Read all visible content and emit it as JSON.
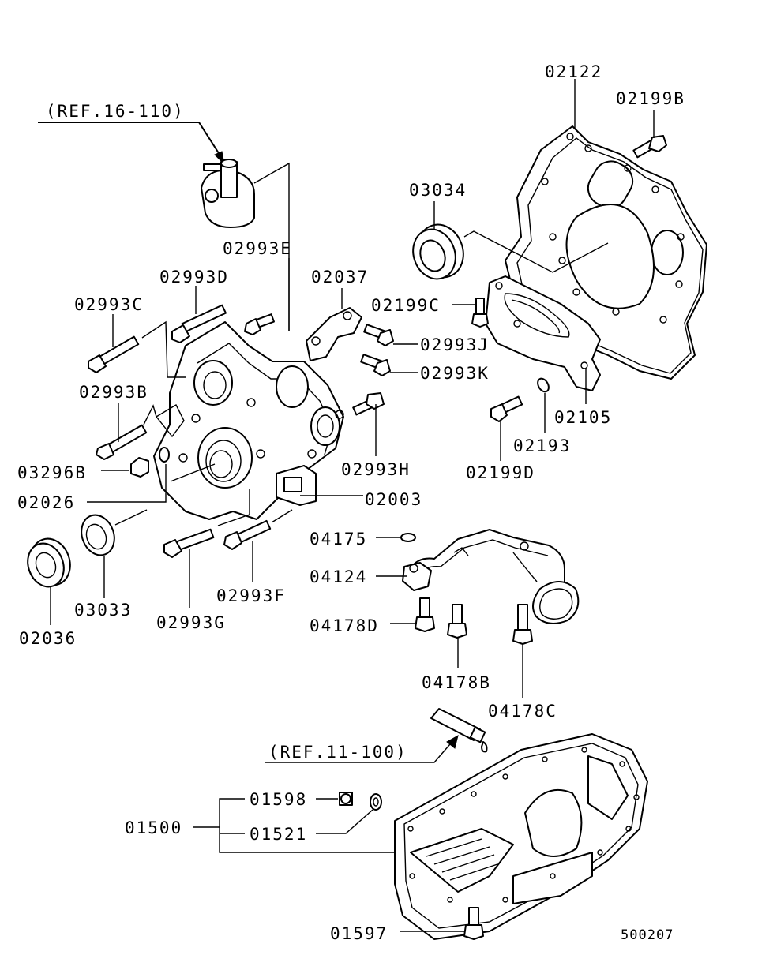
{
  "references": {
    "front_case": "(REF.16-110)",
    "sealant": "(REF.11-100)"
  },
  "parts": {
    "p02122": "02122",
    "p02199B": "02199B",
    "p03034": "03034",
    "p02993E": "02993E",
    "p02993D": "02993D",
    "p02037": "02037",
    "p02199C": "02199C",
    "p02993C": "02993C",
    "p02993J": "02993J",
    "p02993K": "02993K",
    "p02993B": "02993B",
    "p02105": "02105",
    "p02193": "02193",
    "p02993H": "02993H",
    "p02199D": "02199D",
    "p03296B": "03296B",
    "p02003": "02003",
    "p02026": "02026",
    "p04175": "04175",
    "p04124": "04124",
    "p03033": "03033",
    "p02993F": "02993F",
    "p04178D": "04178D",
    "p02993G": "02993G",
    "p02036": "02036",
    "p04178B": "04178B",
    "p04178C": "04178C",
    "p01598": "01598",
    "p01500": "01500",
    "p01521": "01521",
    "p01597": "01597"
  },
  "diagram_code": "500207"
}
